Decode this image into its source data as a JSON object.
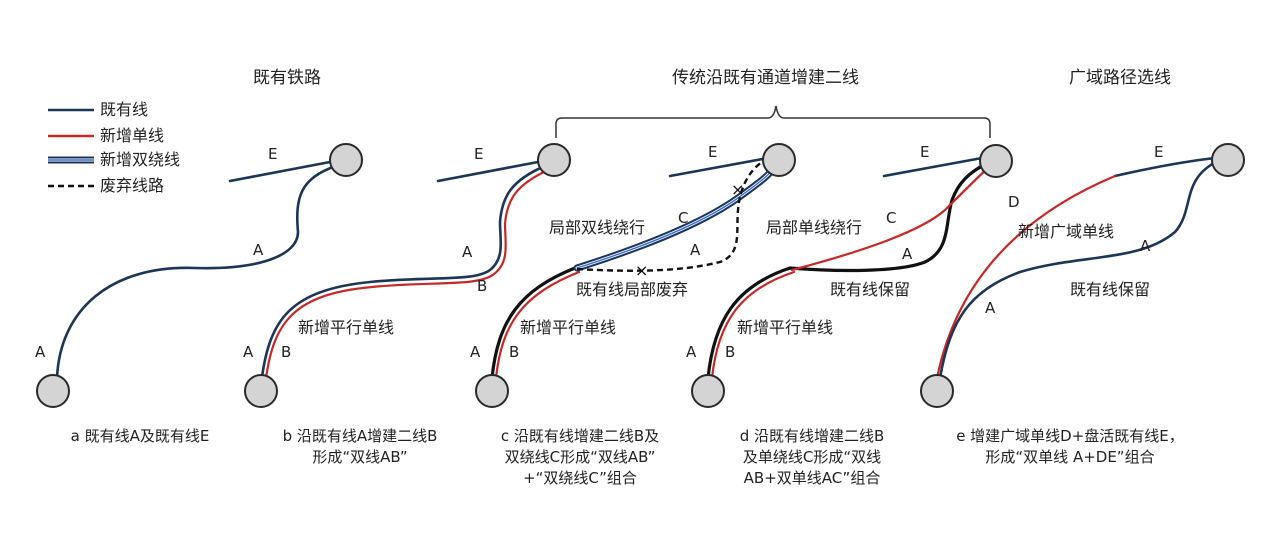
{
  "headers": {
    "existing": "既有铁路",
    "traditional": "传统沿既有通道增建二线",
    "wide_area": "广域路径选线"
  },
  "legend": {
    "existing_line": "既有线",
    "new_single": "新增单线",
    "new_double_bypass": "新增双绕线",
    "abandoned": "废弃线路"
  },
  "colors": {
    "existing_line": "#1d3557",
    "new_single": "#c62828",
    "double_blue": "#3a6fd0",
    "abandoned": "#111111",
    "node_fill": "#d4d4d4"
  },
  "panel_a": {
    "label_E": "E",
    "label_A1": "A",
    "label_A2": "A",
    "caption": "a 既有线A及既有线E"
  },
  "panel_b": {
    "label_E": "E",
    "label_A1": "A",
    "label_B1": "B",
    "label_A2": "A",
    "label_B2": "B",
    "new_parallel": "新增平行单线",
    "caption_line1": "b 沿既有线A增建二线B",
    "caption_line2": "形成“双线AB”"
  },
  "panel_c": {
    "label_E": "E",
    "local_double": "局部双线绕行",
    "label_C": "C",
    "label_A": "A",
    "abandon": "既有线局部废弃",
    "new_parallel": "新增平行单线",
    "label_A2": "A",
    "label_B2": "B",
    "caption_line1": "c 沿既有线增建二线B及",
    "caption_line2": "双绕线C形成“双线AB”",
    "caption_line3": "+“双绕线C”组合"
  },
  "panel_d": {
    "label_E": "E",
    "local_single": "局部单线绕行",
    "label_C": "C",
    "label_A": "A",
    "retain": "既有线保留",
    "new_parallel": "新增平行单线",
    "label_A2": "A",
    "label_B2": "B",
    "caption_line1": "d 沿既有线增建二线B",
    "caption_line2": "及单绕线C形成“双线",
    "caption_line3": "AB+双单线AC”组合"
  },
  "panel_e": {
    "label_E": "E",
    "label_D": "D",
    "new_wide": "新增广域单线",
    "label_A1": "A",
    "retain": "既有线保留",
    "label_A2": "A",
    "caption_line1": "e 增建广域单线D+盘活既有线E，",
    "caption_line2": "形成“双单线 A+DE”组合"
  }
}
